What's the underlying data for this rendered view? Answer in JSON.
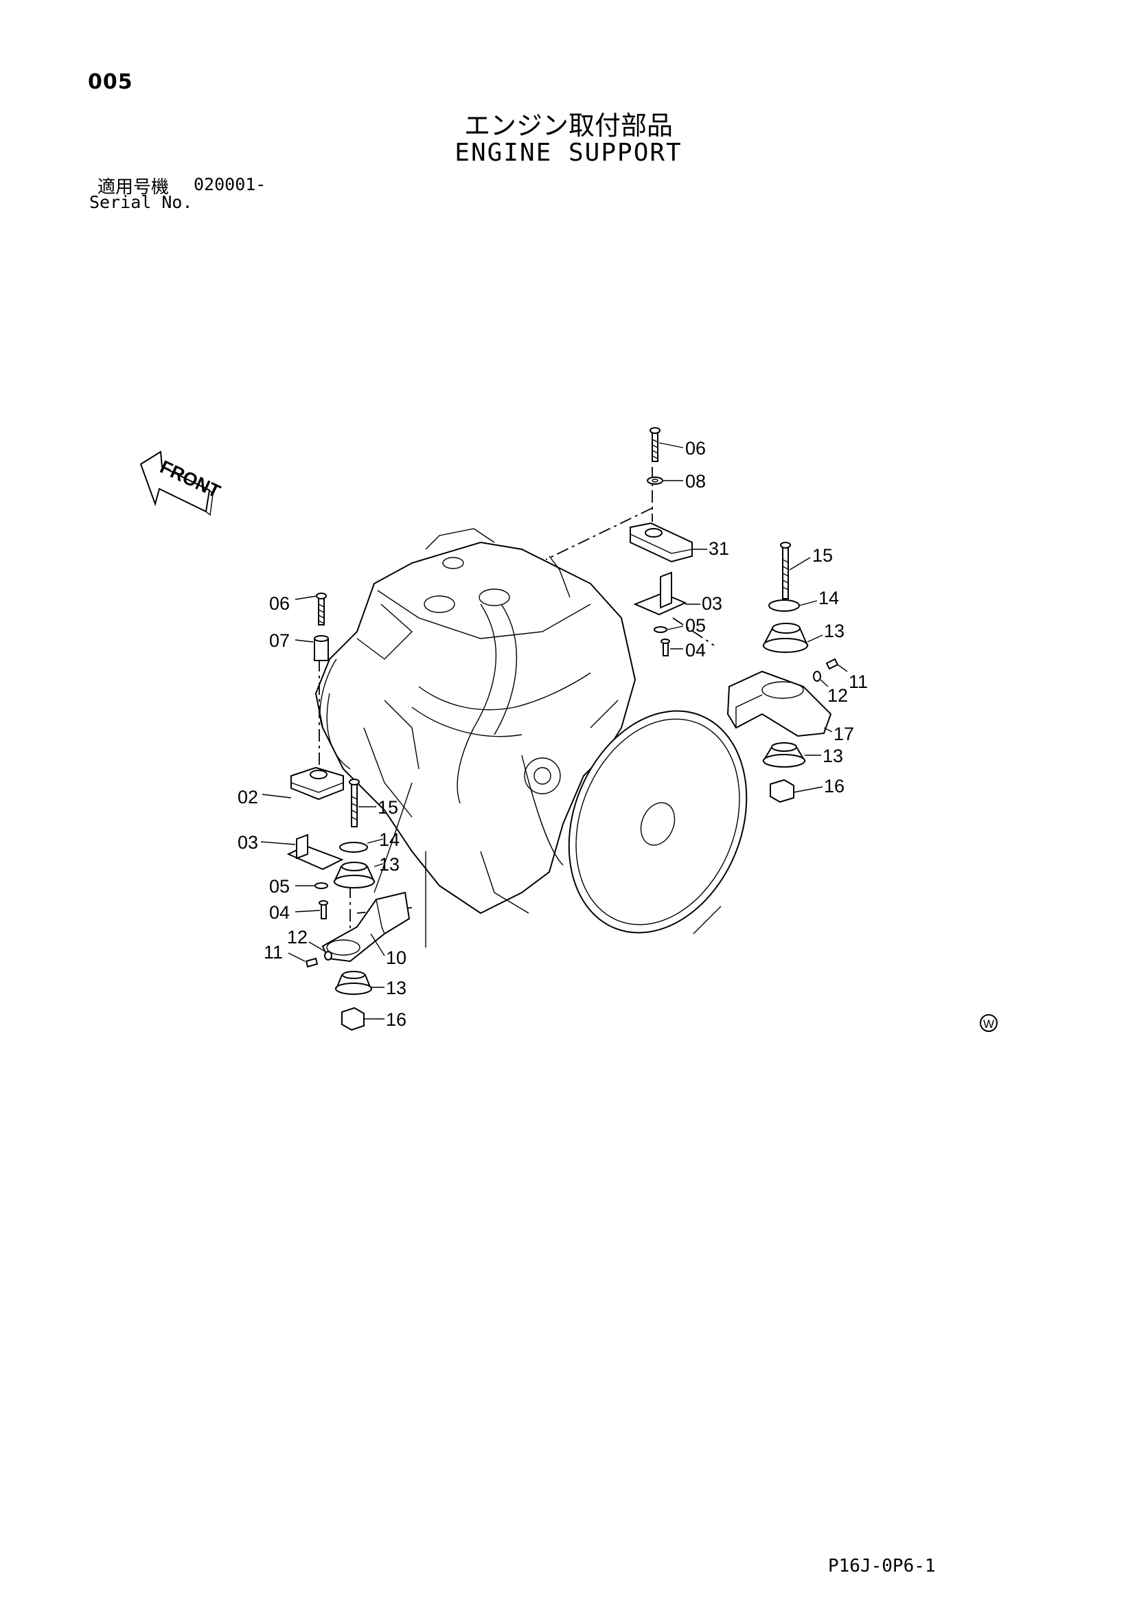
{
  "page_number": "005",
  "title_jp": "エンジン取付部品",
  "title_en": "ENGINE SUPPORT",
  "serial_label_jp": "適用号機",
  "serial_value": "020001-",
  "serial_label_en": "Serial No.",
  "front_label": "FRONT",
  "mark_symbol": "W",
  "doc_code": "P16J-0P6-1",
  "callouts": {
    "c01": "06",
    "c02": "08",
    "c03": "31",
    "c04": "15",
    "c05": "14",
    "c06": "03",
    "c07": "05",
    "c08": "13",
    "c09": "04",
    "c10": "11",
    "c11": "12",
    "c12": "17",
    "c13": "13",
    "c14": "16",
    "c15": "06",
    "c16": "07",
    "c17": "02",
    "c18": "15",
    "c19": "03",
    "c20": "14",
    "c21": "13",
    "c22": "05",
    "c23": "04",
    "c24": "12",
    "c25": "11",
    "c26": "10",
    "c27": "13",
    "c28": "16"
  }
}
